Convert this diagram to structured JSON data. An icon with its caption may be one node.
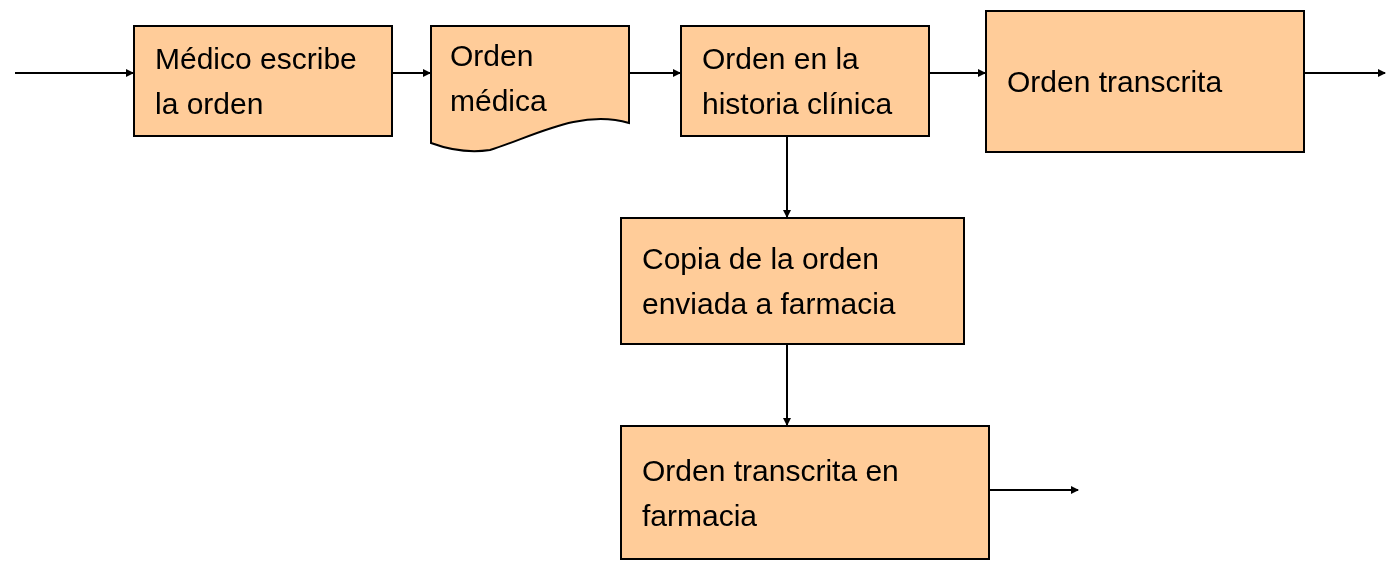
{
  "diagram": {
    "nodes": [
      {
        "text": [
          "Médico escribe la orden"
        ]
      },
      {
        "text": [
          "Orden médica"
        ]
      },
      {
        "text": [
          "Orden en la historia clínica"
        ]
      },
      {
        "text": [
          "Orden transcrita"
        ]
      },
      {
        "text": [
          "Copia de la orden enviada a farmacia"
        ]
      },
      {
        "text": [
          "Orden transcrita en farmacia"
        ]
      }
    ],
    "edges": [
      {
        "from": null,
        "to": 0,
        "arrow": "to"
      },
      {
        "from": 0,
        "to": 1,
        "arrow": "to"
      },
      {
        "from": 1,
        "to": 2,
        "arrow": "to"
      },
      {
        "from": 2,
        "to": 3,
        "arrow": "to"
      },
      {
        "from": 3,
        "to": null,
        "arrow": "to"
      },
      {
        "from": 2,
        "to": 4,
        "arrow": "to"
      },
      {
        "from": 4,
        "to": 5,
        "arrow": "to"
      },
      {
        "from": 5,
        "to": null,
        "arrow": "to"
      }
    ]
  }
}
